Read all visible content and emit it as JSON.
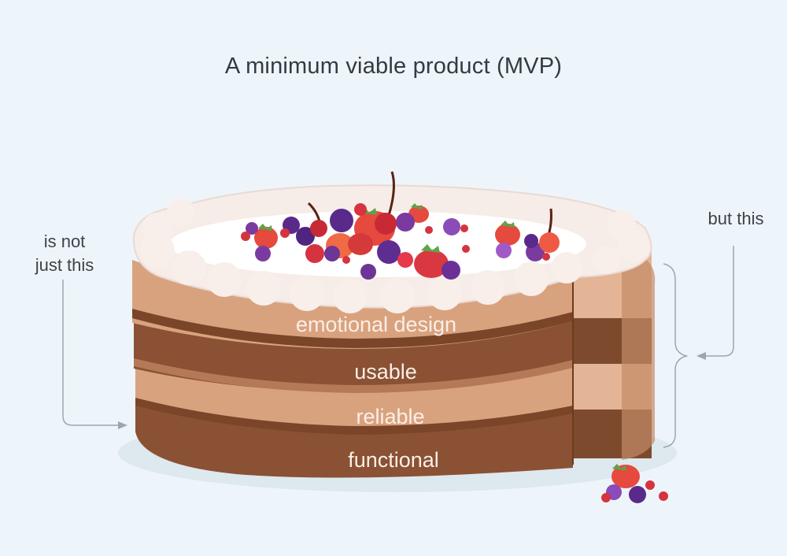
{
  "title": "A minimum viable product (MVP)",
  "left_annotation": {
    "line1": "is not",
    "line2": "just this"
  },
  "right_annotation": "but this",
  "layers": {
    "emotional": "emotional design",
    "usable": "usable",
    "reliable": "reliable",
    "functional": "functional"
  },
  "colors": {
    "background": "#eef5fa",
    "sponge_light": "#d9a27e",
    "sponge_dark": "#8a5134",
    "cream": "#f7eeea",
    "label_text": "#fbeee6"
  }
}
